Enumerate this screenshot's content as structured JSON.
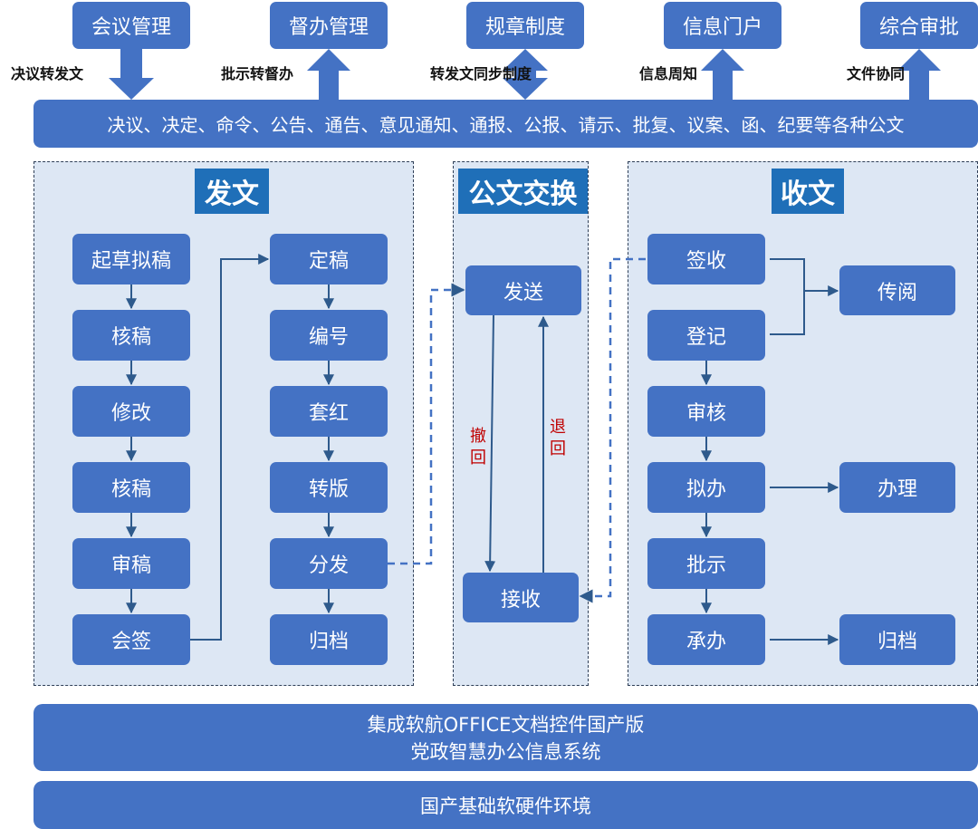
{
  "modules": [
    {
      "name": "会议管理",
      "label": "决议转发文"
    },
    {
      "name": "督办管理",
      "label": "批示转督办"
    },
    {
      "name": "规章制度",
      "label": "转发文同步制度"
    },
    {
      "name": "信息门户",
      "label": "信息周知"
    },
    {
      "name": "综合审批",
      "label": "文件协同"
    }
  ],
  "doc_types": "决议、决定、命令、公告、通告、意见通知、通报、公报、请示、批复、议案、函、纪要等各种公文",
  "send": {
    "title": "发文",
    "col1": [
      "起草拟稿",
      "核稿",
      "修改",
      "核稿",
      "审稿",
      "会签"
    ],
    "col2": [
      "定稿",
      "编号",
      "套红",
      "转版",
      "分发",
      "归档"
    ]
  },
  "exchange": {
    "title": "公文交换",
    "send": "发送",
    "receive": "接收",
    "withdraw": "撤\n回",
    "return": "退\n回"
  },
  "receive": {
    "title": "收文",
    "main": [
      "签收",
      "登记",
      "审核",
      "拟办",
      "批示",
      "承办"
    ],
    "side": [
      "传阅",
      "办理",
      "归档"
    ]
  },
  "platform": {
    "line1": "集成软航OFFICE文档控件国产版",
    "line2": "党政智慧办公信息系统"
  },
  "base": "国产基础软硬件环境",
  "colors": {
    "node": "#4472c4",
    "panel": "#dde7f4",
    "title": "#1f6fb8",
    "arrow": "#2e5a8c",
    "red": "#c00000"
  }
}
